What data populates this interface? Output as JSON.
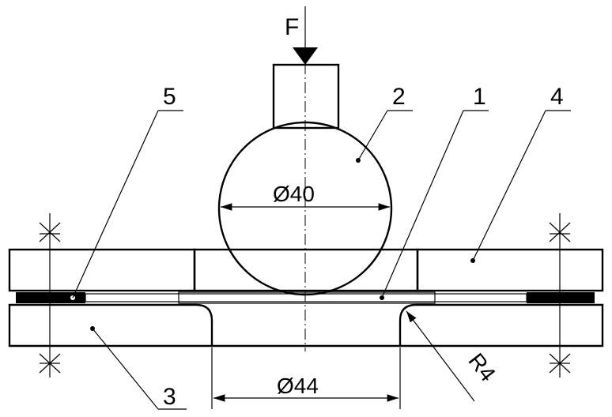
{
  "force_label": "F",
  "dimensions": {
    "ball_diameter": "Ø40",
    "opening_diameter": "Ø44",
    "fillet_radius": "R4"
  },
  "part_labels": [
    "1",
    "2",
    "3",
    "4",
    "5"
  ]
}
